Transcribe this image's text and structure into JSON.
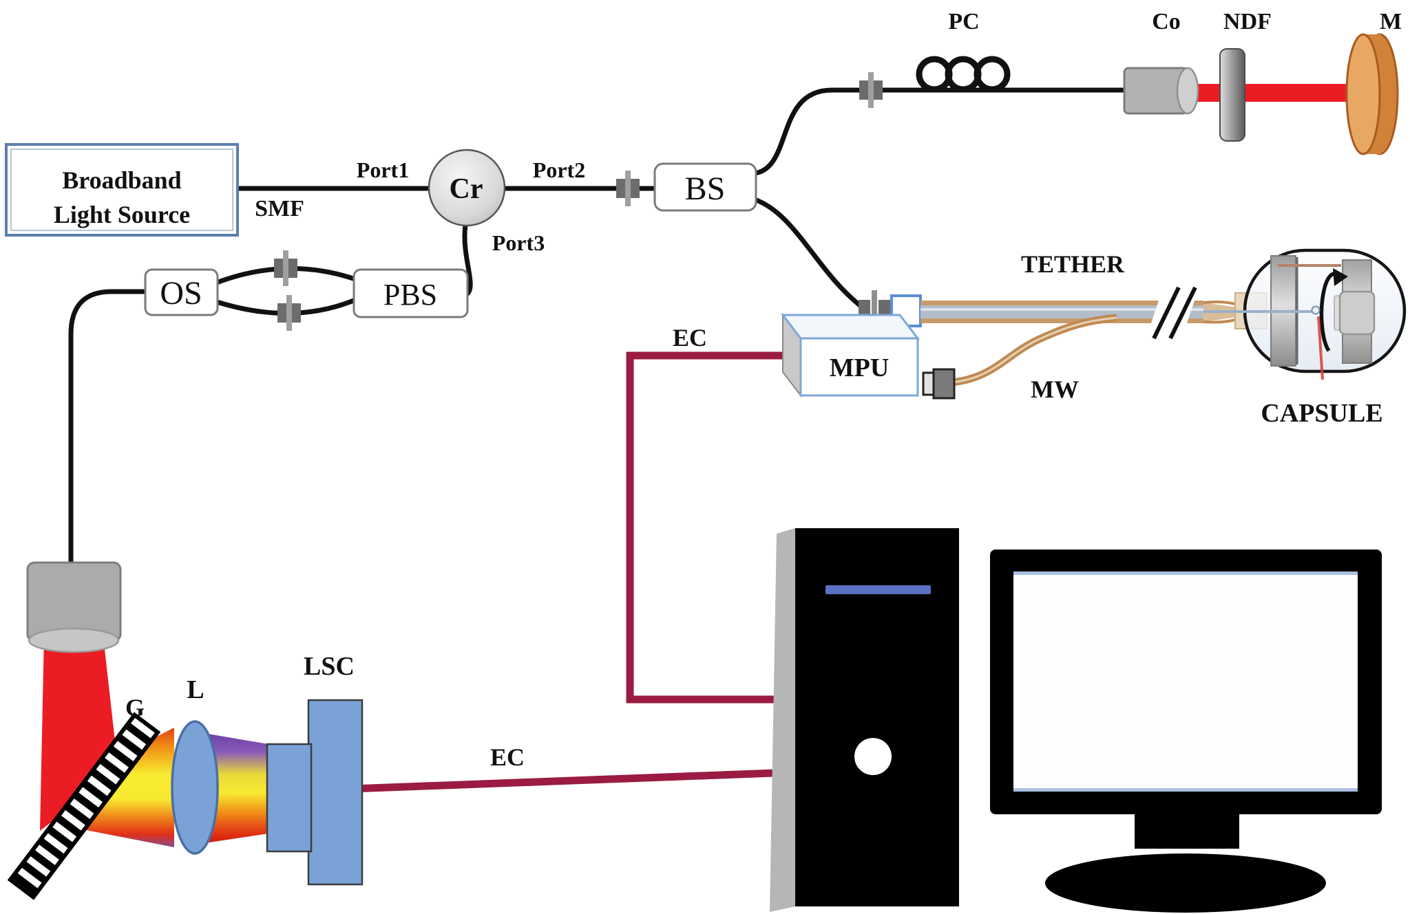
{
  "figure_labels": {
    "source_line1": "Broadband",
    "source_line2": "Light Source",
    "smf": "SMF",
    "port1": "Port1",
    "port2": "Port2",
    "port3": "Port3",
    "cr": "Cr",
    "bs": "BS",
    "os": "OS",
    "pbs": "PBS",
    "pc": "PC",
    "co": "Co",
    "ndf": "NDF",
    "m": "M",
    "tether": "TETHER",
    "mpu": "MPU",
    "mw": "MW",
    "capsule": "CAPSULE",
    "ec_upper": "EC",
    "ec_lower": "EC",
    "g": "G",
    "l": "L",
    "lsc": "LSC"
  },
  "colors": {
    "ec": "#9b1b42",
    "beam": "#ec1c24",
    "fiber": "#111111",
    "blue": "#7aa2d6",
    "blue-border": "#4a6fa5",
    "tether-tan": "#c08a52",
    "tether-fill": "#c89a6a",
    "tether-core": "#b3bdca",
    "mirror-face": "#e8a863",
    "mirror-body": "#d08338",
    "mirror-border": "#a85a20",
    "mpu-border": "#7da7d9",
    "bls-border": "#5b7fae",
    "stripe": "#5b6fc5",
    "box-border": "#7a7a7a"
  }
}
